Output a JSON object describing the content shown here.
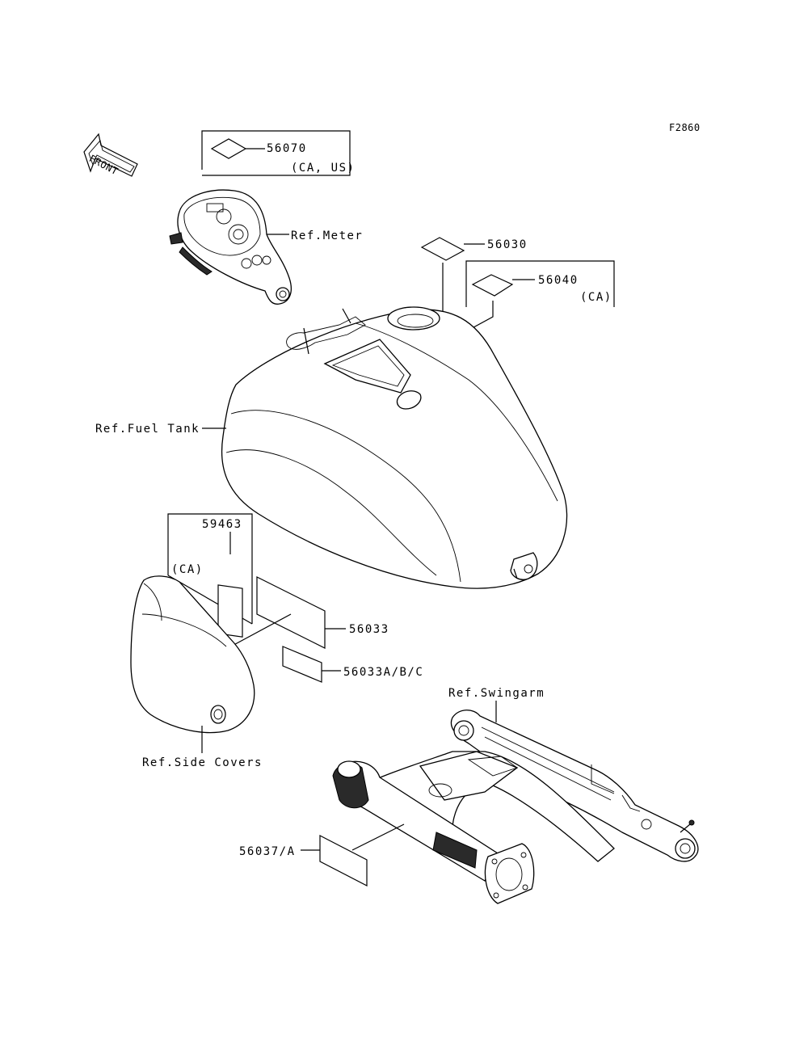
{
  "figure_code": "F2860",
  "front_arrow": {
    "text": "FRONT"
  },
  "parts": {
    "p56070": {
      "number": "56070",
      "note": "(CA, US)"
    },
    "p56030": {
      "number": "56030"
    },
    "p56040": {
      "number": "56040",
      "note": "(CA)"
    },
    "p59463": {
      "number": "59463",
      "note": "(CA)"
    },
    "p56033": {
      "number": "56033"
    },
    "p56033abc": {
      "number": "56033A/B/C"
    },
    "p56037a": {
      "number": "56037/A"
    }
  },
  "references": {
    "meter": "Ref.Meter",
    "fuel_tank": "Ref.Fuel Tank",
    "swingarm": "Ref.Swingarm",
    "side_covers": "Ref.Side Covers"
  }
}
